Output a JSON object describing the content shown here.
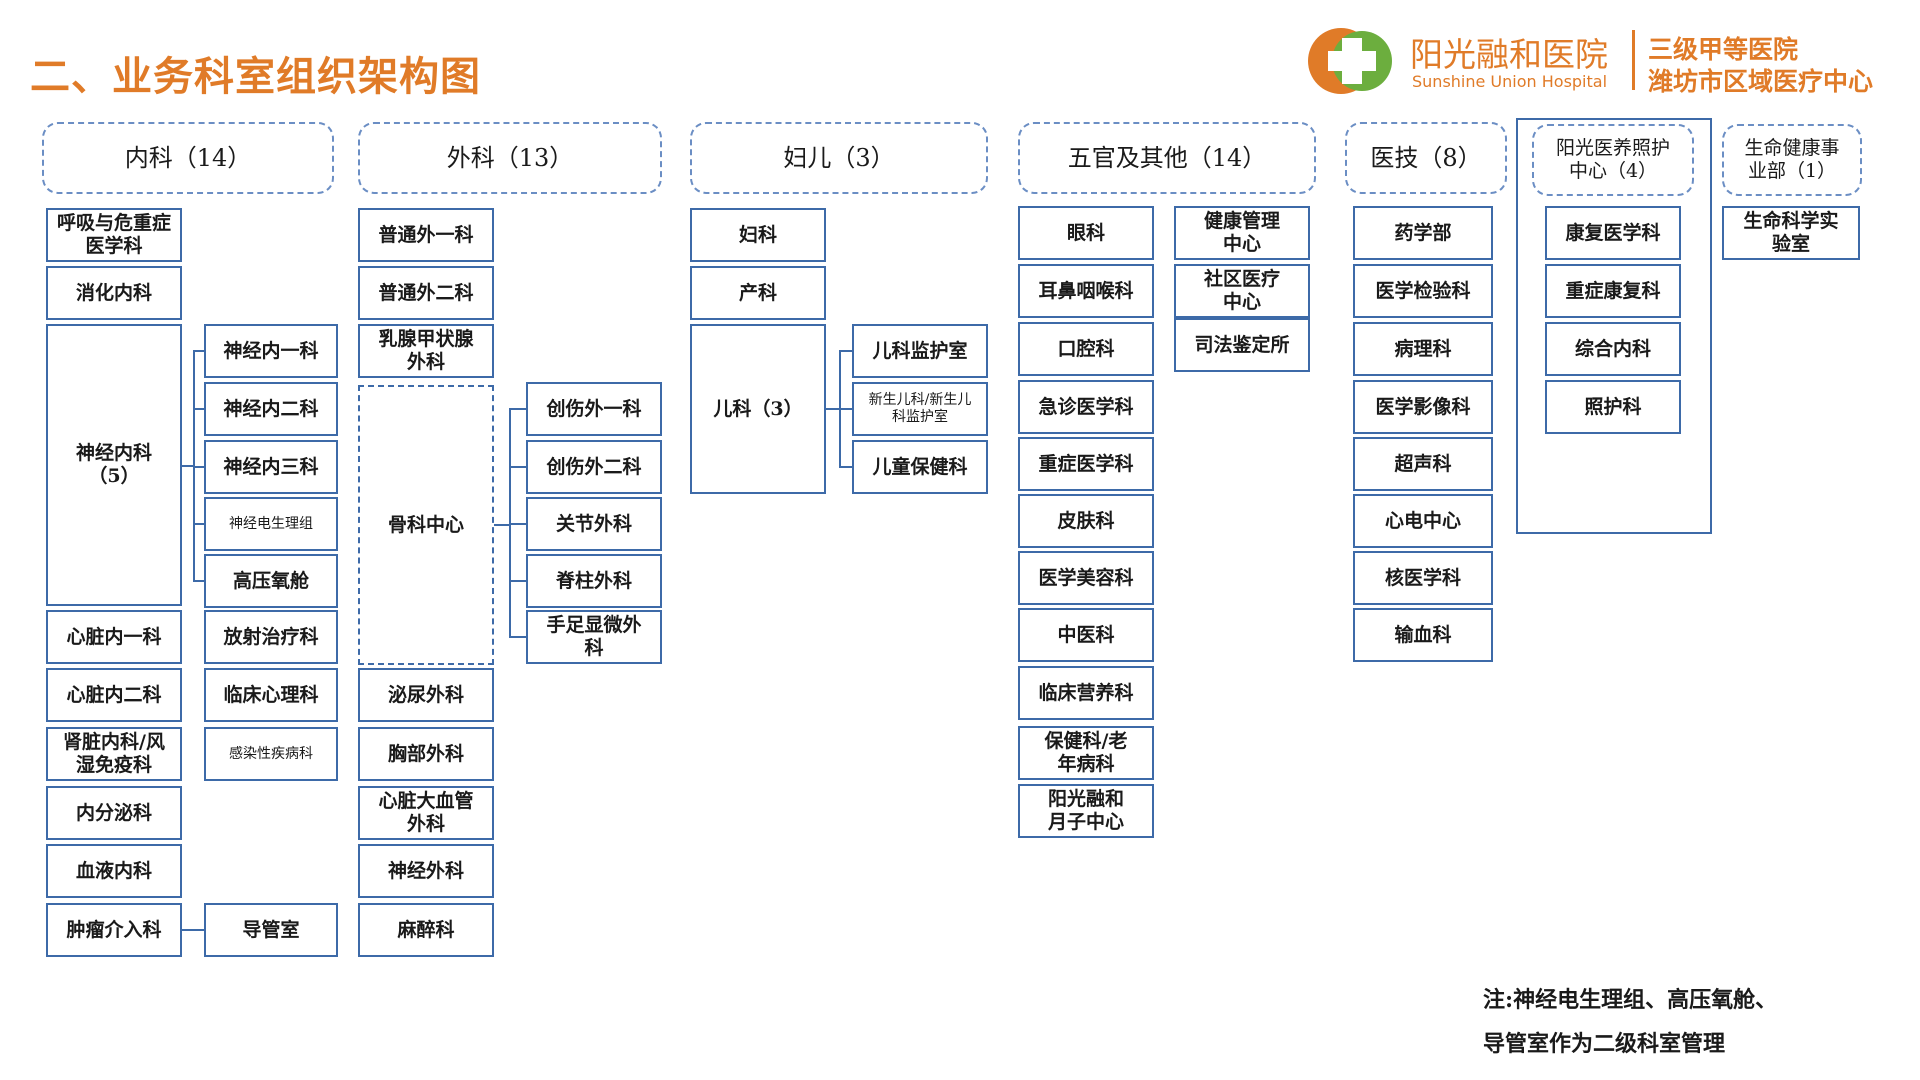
{
  "title": "二、业务科室组织架构图",
  "logo": {
    "name_cn": "阳光融和医院",
    "name_en": "Sunshine Union Hospital",
    "tag_line1": "三级甲等医院",
    "tag_line2": "潍坊市区域医疗中心",
    "colors": {
      "orange": "#e07b28",
      "green": "#6cae3e"
    }
  },
  "headers": {
    "neike": "内科（14）",
    "waike": "外科（13）",
    "fuer": "妇儿（3）",
    "wuguan": "五官及其他（14）",
    "yiji": "医技（8）",
    "yangguang": "阳光医养照护中心（4）",
    "shengming": "生命健康事业部（1）"
  },
  "neike": {
    "col1": [
      "呼吸与危重症医学科",
      "消化内科",
      "神经内科（5）",
      "心脏内一科",
      "心脏内二科",
      "肾脏内科/风湿免疫科",
      "内分泌科",
      "血液内科",
      "肿瘤介入科"
    ],
    "col2": [
      "神经内一科",
      "神经内二科",
      "神经内三科",
      "神经电生理组",
      "高压氧舱",
      "放射治疗科",
      "临床心理科",
      "感染性疾病科",
      "导管室"
    ]
  },
  "waike": {
    "col1": [
      "普通外一科",
      "普通外二科",
      "乳腺甲状腺外科",
      "骨科中心",
      "泌尿外科",
      "胸部外科",
      "心脏大血管外科",
      "神经外科",
      "麻醉科"
    ],
    "col2": [
      "创伤外一科",
      "创伤外二科",
      "关节外科",
      "脊柱外科",
      "手足显微外科"
    ]
  },
  "fuer": {
    "col1": [
      "妇科",
      "产科",
      "儿科（3）"
    ],
    "col2": [
      "儿科监护室",
      "新生儿科/新生儿科监护室",
      "儿童保健科"
    ]
  },
  "wuguan": {
    "col1": [
      "眼科",
      "耳鼻咽喉科",
      "口腔科",
      "急诊医学科",
      "重症医学科",
      "皮肤科",
      "医学美容科",
      "中医科",
      "临床营养科",
      "保健科/老年病科",
      "阳光融和月子中心"
    ],
    "col2": [
      "健康管理中心",
      "社区医疗中心",
      "司法鉴定所"
    ]
  },
  "yiji": [
    "药学部",
    "医学检验科",
    "病理科",
    "医学影像科",
    "超声科",
    "心电中心",
    "核医学科",
    "输血科"
  ],
  "yangguang": [
    "康复医学科",
    "重症康复科",
    "综合内科",
    "照护科"
  ],
  "shengming": [
    "生命科学实验室"
  ],
  "note": {
    "line1": "注:神经电生理组、高压氧舱、",
    "line2": "导管室作为二级科室管理"
  }
}
